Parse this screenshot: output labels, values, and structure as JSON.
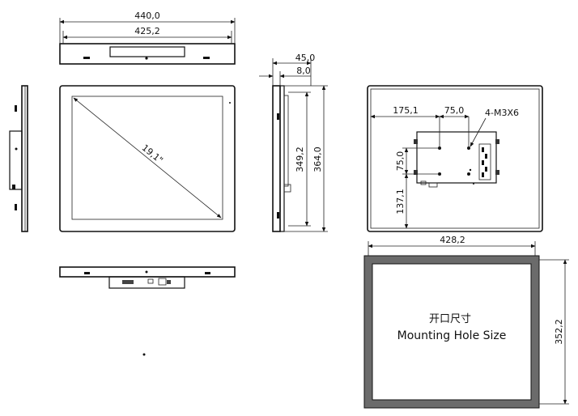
{
  "top_view": {
    "overall_width": "440,0",
    "inner_width": "425,2"
  },
  "front_view": {
    "diagonal": "19,1\""
  },
  "side_view": {
    "depth": "45,0",
    "bezel": "8,0",
    "inner_height": "349,2",
    "overall_height": "364,0"
  },
  "back_view": {
    "offset_x": "175,1",
    "vesa_x": "75,0",
    "screw_label": "4-M3X6",
    "vesa_y": "75,0",
    "offset_y": "137,1"
  },
  "cutout": {
    "width": "428,2",
    "height": "352,2",
    "label_cn": "开口尺寸",
    "label_en": "Mounting Hole Size"
  },
  "colors": {
    "line": "#111111",
    "hatch": "#6b6b6b",
    "background": "#ffffff"
  }
}
